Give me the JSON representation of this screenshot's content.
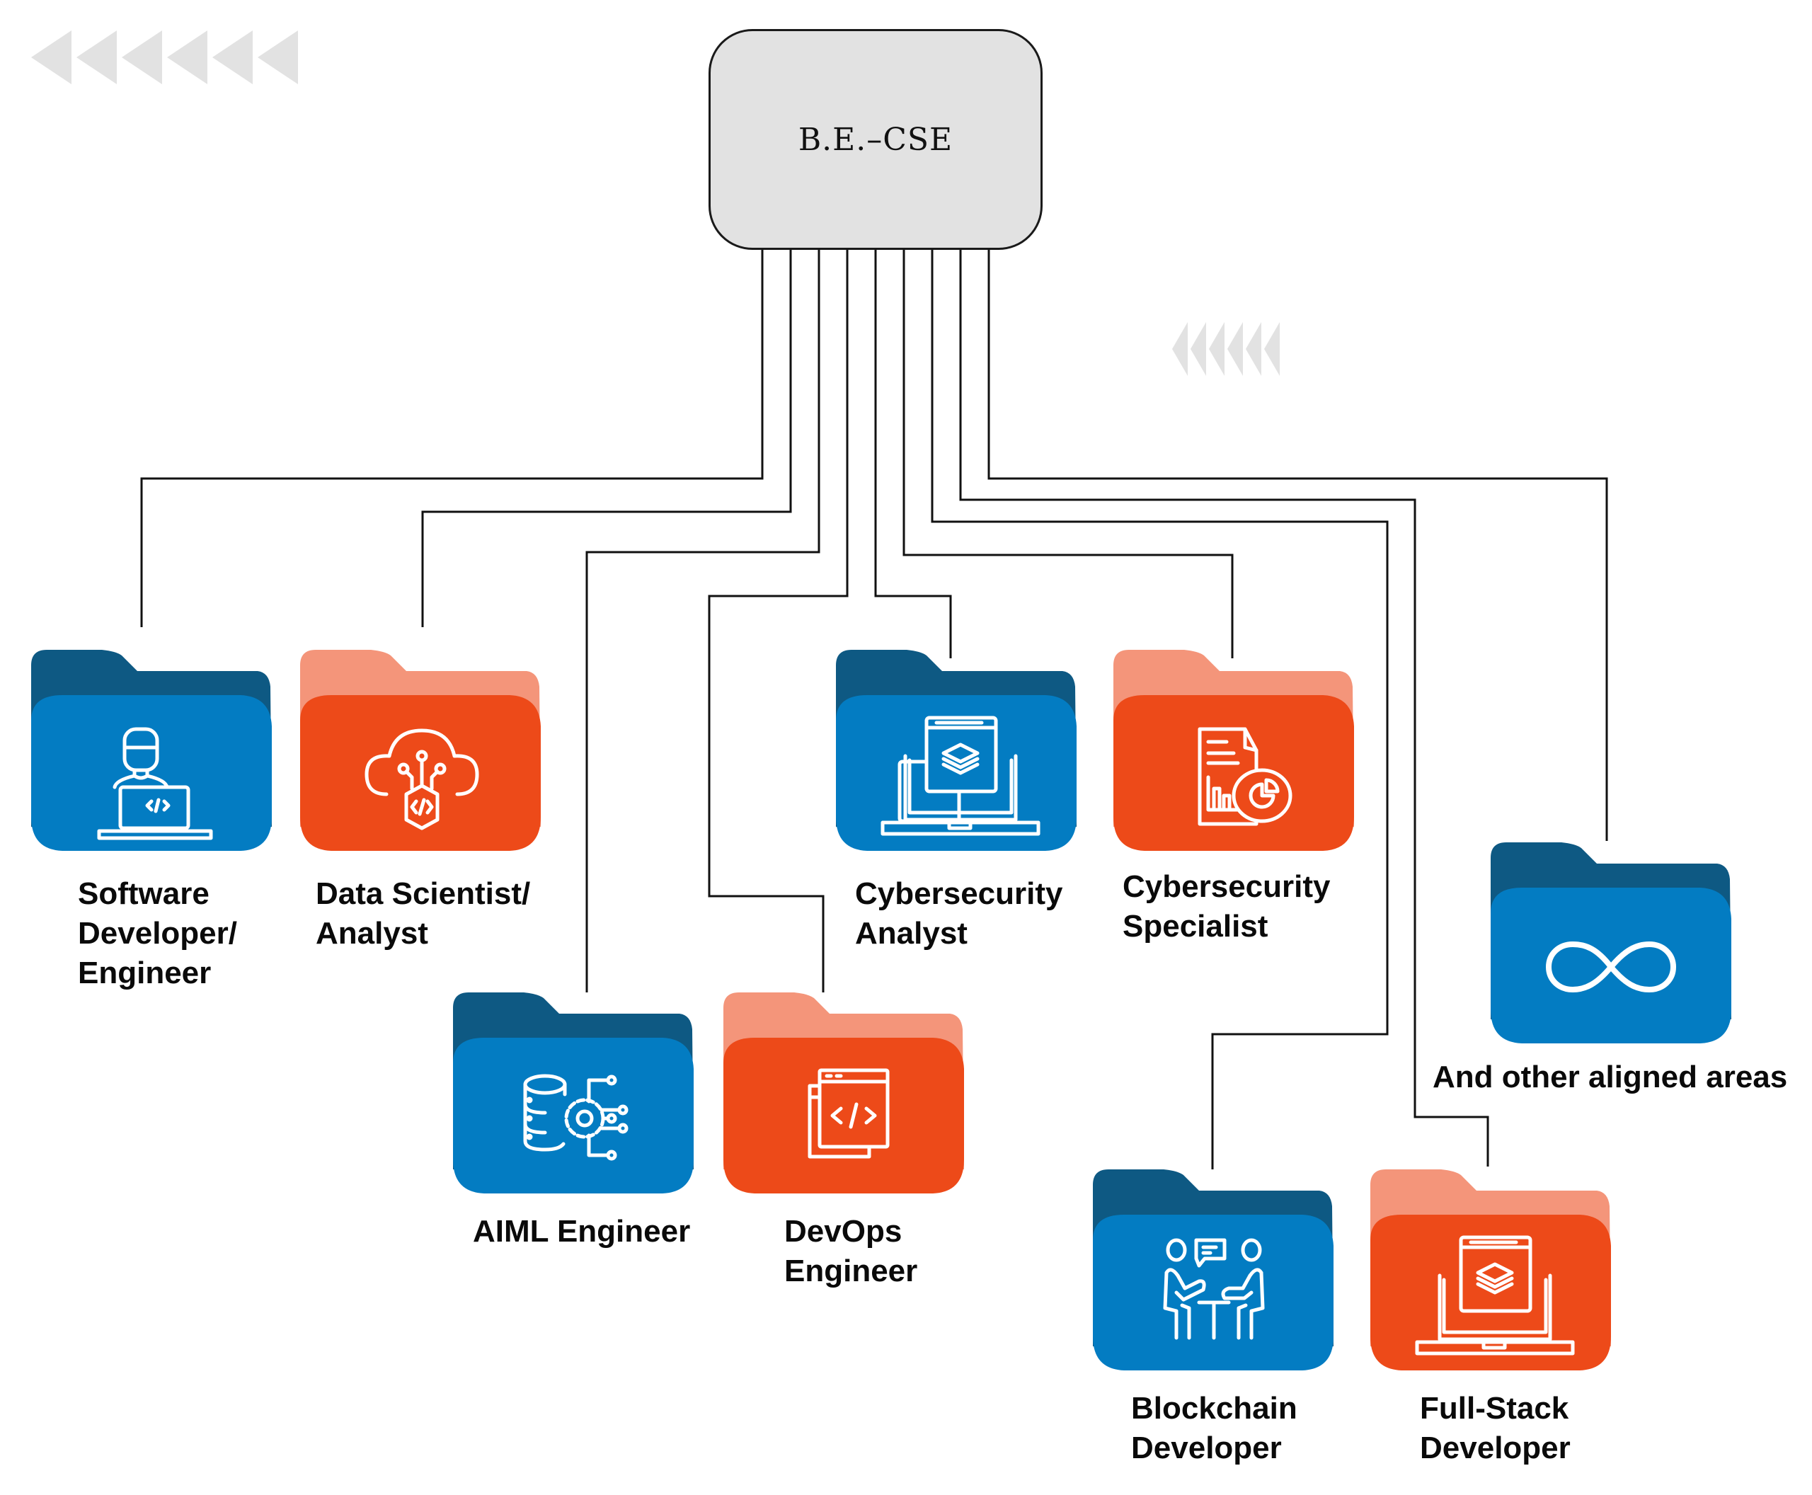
{
  "root": {
    "label": "B.E.–CSE"
  },
  "colors": {
    "blue_front": "#037cc2",
    "blue_back": "#0e5983",
    "orange_front": "#ed4a19",
    "orange_back": "#f4957a",
    "line": "#111111",
    "root_fill": "#e2e2e2",
    "chevron": "#e2e2e2"
  },
  "careers": [
    {
      "id": "software-developer",
      "label": "Software\nDeveloper/\nEngineer",
      "theme": "blue",
      "icon": "developer-laptop-icon"
    },
    {
      "id": "data-scientist",
      "label": "Data Scientist/\nAnalyst",
      "theme": "orange",
      "icon": "cloud-code-icon"
    },
    {
      "id": "aiml-engineer",
      "label": "AIML Engineer",
      "theme": "blue",
      "icon": "database-gear-icon"
    },
    {
      "id": "devops-engineer",
      "label": "DevOps\nEngineer",
      "theme": "orange",
      "icon": "code-window-icon"
    },
    {
      "id": "cybersecurity-analyst",
      "label": "Cybersecurity\nAnalyst",
      "theme": "blue",
      "icon": "laptop-layers-icon"
    },
    {
      "id": "cybersecurity-specialist",
      "label": "Cybersecurity\nSpecialist",
      "theme": "orange",
      "icon": "report-chart-icon"
    },
    {
      "id": "blockchain-developer",
      "label": "Blockchain\nDeveloper",
      "theme": "blue",
      "icon": "meeting-people-icon"
    },
    {
      "id": "full-stack-developer",
      "label": "Full-Stack\nDeveloper",
      "theme": "orange",
      "icon": "laptop-layers-icon"
    },
    {
      "id": "other-areas",
      "label": "And other aligned areas",
      "theme": "blue",
      "icon": "infinity-icon"
    }
  ]
}
